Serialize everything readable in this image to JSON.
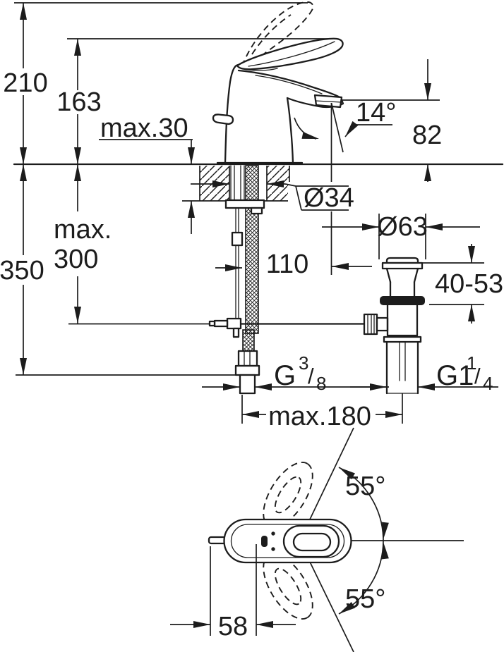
{
  "page": {
    "title": "Single-lever basin mixer installation dimension drawing"
  },
  "colors": {
    "ink": "#1c1c1c",
    "paper": "#ffffff"
  },
  "side_view": {
    "overall_height": "210",
    "lever_height": "163",
    "deck_thickness": "max.30",
    "spray_angle": "14°",
    "spout_height_above_deck": "82",
    "mounting_hole_diameter": "Ø34",
    "hose_clearance_line1": "max.",
    "hose_clearance_line2": "300",
    "installation_depth": "350",
    "spout_reach": "110",
    "waste_flange_diameter": "Ø63",
    "waste_clamping_range": "40-53",
    "supply_thread": {
      "symbol": "G",
      "numerator": "3",
      "fraction_slash": "/",
      "denominator": "8"
    },
    "waste_thread": {
      "symbol": "G1",
      "numerator": "1",
      "fraction_slash": "/",
      "denominator": "4"
    },
    "rod_reach": "max.180"
  },
  "top_view": {
    "swivel_angle_up": "55°",
    "swivel_angle_down": "55°",
    "rod_offset": "58"
  }
}
